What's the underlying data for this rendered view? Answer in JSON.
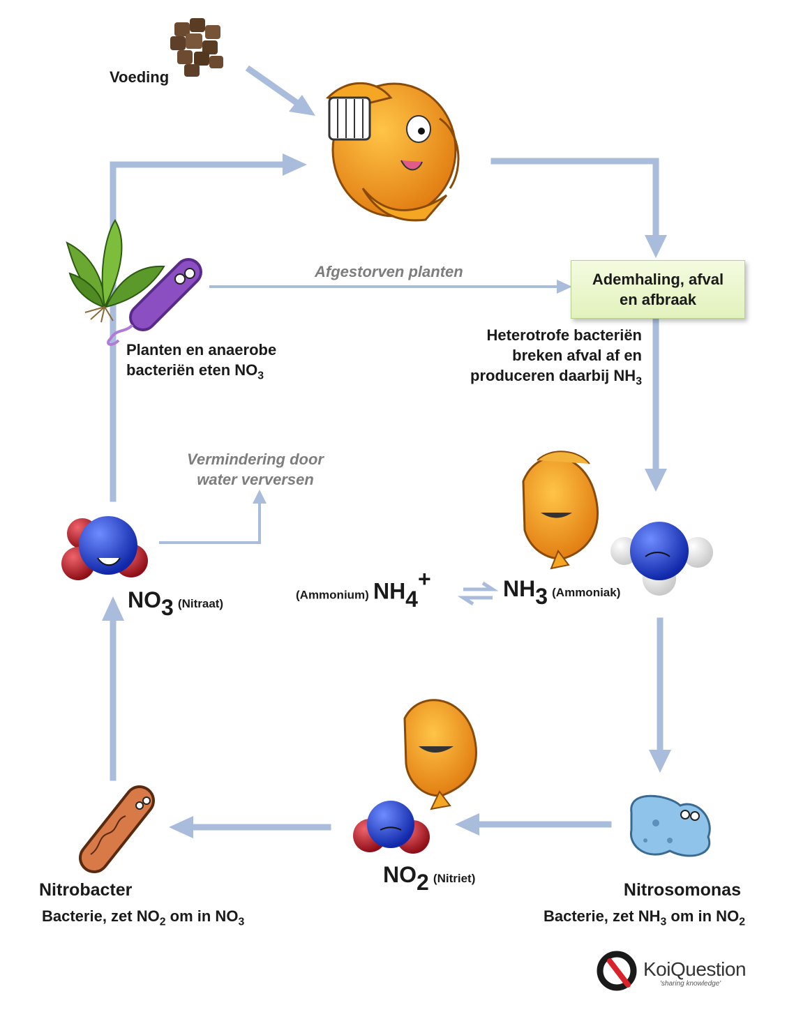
{
  "labels": {
    "voeding": "Voeding",
    "afgestorven": "Afgestorven planten",
    "ademhaling_line1": "Ademhaling, afval",
    "ademhaling_line2": "en afbraak",
    "hetero_line1": "Heterotrofe bacteriën",
    "hetero_line2": "breken afval af en",
    "hetero_line3_pre": "produceren daarbij NH",
    "hetero_line3_sub": "3",
    "planten_line1": "Planten en anaerobe",
    "planten_line2_pre": "bacteriën eten NO",
    "planten_line2_sub": "3",
    "vermindering_line1": "Vermindering door",
    "vermindering_line2": "water verversen",
    "no3_main": "NO",
    "no3_sub": "3",
    "no3_name": "(Nitraat)",
    "ammonium_name": "(Ammonium)",
    "nh4_main": "NH",
    "nh4_sub": "4",
    "nh4_sup": "+",
    "nh3_main": "NH",
    "nh3_sub": "3",
    "ammoniak_name": "(Ammoniak)",
    "no2_main": "NO",
    "no2_sub": "2",
    "no2_name": "(Nitriet)",
    "nitrobacter_title": "Nitrobacter",
    "nitrobacter_desc_pre": "Bacterie, zet NO",
    "nitrobacter_desc_sub1": "2",
    "nitrobacter_desc_mid": " om in NO",
    "nitrobacter_desc_sub2": "3",
    "nitrosomonas_title": "Nitrosomonas",
    "nitrosomonas_desc_pre": "Bacterie, zet NH",
    "nitrosomonas_desc_sub1": "3",
    "nitrosomonas_desc_mid": " om in NO",
    "nitrosomonas_desc_sub2": "2"
  },
  "logo": {
    "text": "KoiQuestion",
    "tagline": "'sharing knowledge'"
  },
  "colors": {
    "arrow": "#a9bcdc",
    "box_fill": "#eaf6cc",
    "nitrogen": "#1f3fd6",
    "oxygen": "#c81e2a",
    "hydrogen": "#f2f2f2",
    "fish": "#f29a1e"
  }
}
